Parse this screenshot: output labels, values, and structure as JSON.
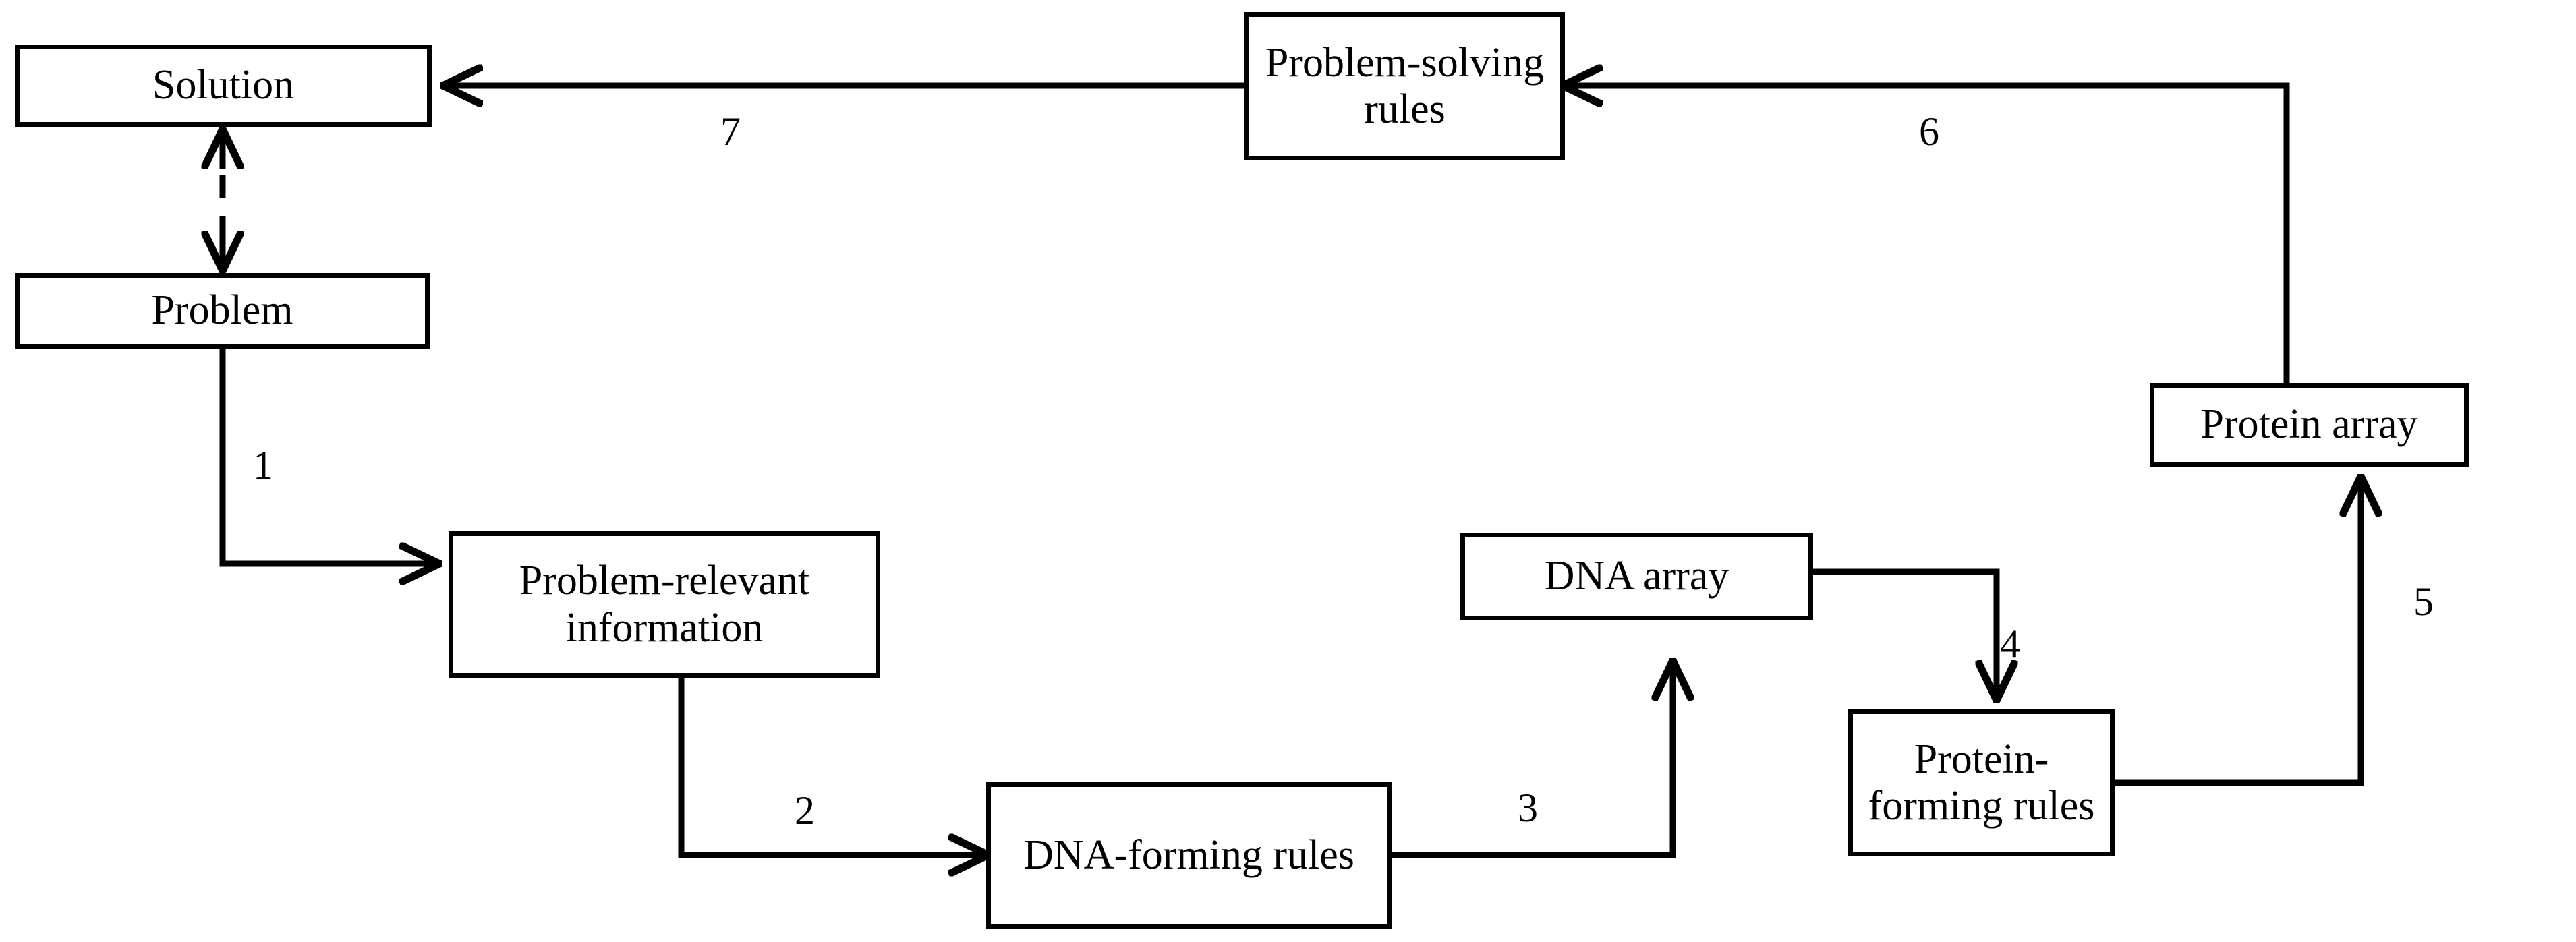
{
  "diagram": {
    "title": "DNA computing problem-solving flow diagram",
    "background_color": "#ffffff",
    "line_color": "#000000",
    "nodes": [
      {
        "id": "solution",
        "label": "Solution"
      },
      {
        "id": "problem",
        "label": "Problem"
      },
      {
        "id": "problem_solving_rules",
        "label": "Problem-solving rules"
      },
      {
        "id": "protein_array",
        "label": "Protein array"
      },
      {
        "id": "problem_relevant_information",
        "label": "Problem-relevant information"
      },
      {
        "id": "dna_array",
        "label": "DNA array"
      },
      {
        "id": "dna_forming_rules",
        "label": "DNA-forming rules"
      },
      {
        "id": "protein_forming_rules",
        "label": "Protein-forming rules"
      }
    ],
    "edges": [
      {
        "id": "e1",
        "label": "1",
        "from": "problem",
        "to": "problem_relevant_information",
        "style": "solid",
        "arrow": "single"
      },
      {
        "id": "e2",
        "label": "2",
        "from": "problem_relevant_information",
        "to": "dna_forming_rules",
        "style": "solid",
        "arrow": "single"
      },
      {
        "id": "e3",
        "label": "3",
        "from": "dna_forming_rules",
        "to": "dna_array",
        "style": "solid",
        "arrow": "single"
      },
      {
        "id": "e4",
        "label": "4",
        "from": "dna_array",
        "to": "protein_forming_rules",
        "style": "solid",
        "arrow": "single"
      },
      {
        "id": "e5",
        "label": "5",
        "from": "protein_forming_rules",
        "to": "protein_array",
        "style": "solid",
        "arrow": "single"
      },
      {
        "id": "e6",
        "label": "6",
        "from": "protein_array",
        "to": "problem_solving_rules",
        "style": "solid",
        "arrow": "single"
      },
      {
        "id": "e7",
        "label": "7",
        "from": "problem_solving_rules",
        "to": "solution",
        "style": "solid",
        "arrow": "single"
      },
      {
        "id": "e_ps",
        "label": "",
        "from": "solution",
        "to": "problem",
        "style": "dashed",
        "arrow": "double"
      }
    ]
  }
}
